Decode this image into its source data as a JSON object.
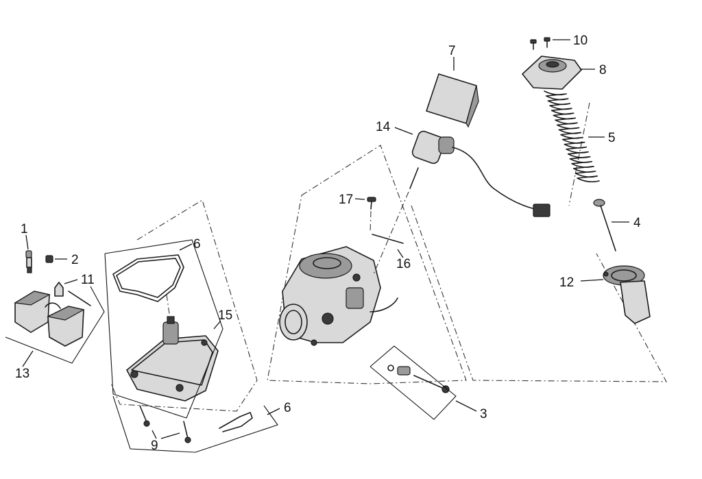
{
  "labels": {
    "p1": "1",
    "p2": "2",
    "p3": "3",
    "p4": "4",
    "p5": "5",
    "p6a": "6",
    "p6b": "6",
    "p7": "7",
    "p8": "8",
    "p9": "9",
    "p10": "10",
    "p11": "11",
    "p12": "12",
    "p13": "13",
    "p14": "14",
    "p15": "15",
    "p16": "16",
    "p17": "17"
  }
}
